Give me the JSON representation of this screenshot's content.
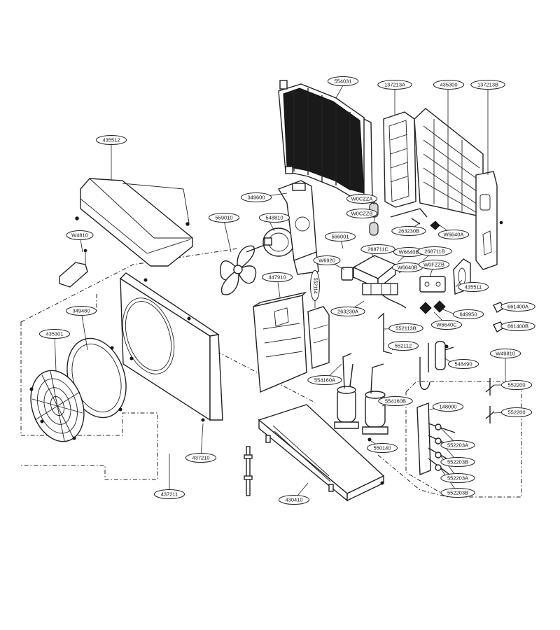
{
  "callouts": [
    {
      "id": "c-554031",
      "text": "554031"
    },
    {
      "id": "c-137213a",
      "text": "137213A"
    },
    {
      "id": "c-435300",
      "text": "435300"
    },
    {
      "id": "c-137213b",
      "text": "137213B"
    },
    {
      "id": "c-435512",
      "text": "435512"
    },
    {
      "id": "c-349600",
      "text": "349600"
    },
    {
      "id": "c-w0czza",
      "text": "W0CZZA"
    },
    {
      "id": "c-w0czzb",
      "text": "W0CZZB"
    },
    {
      "id": "c-548810",
      "text": "548810"
    },
    {
      "id": "c-559010",
      "text": "559010"
    },
    {
      "id": "c-263230b",
      "text": "263230B"
    },
    {
      "id": "c-w6640a",
      "text": "W6640A"
    },
    {
      "id": "c-w4810",
      "text": "W4810"
    },
    {
      "id": "c-566001",
      "text": "566001"
    },
    {
      "id": "c-268711c",
      "text": "268711C"
    },
    {
      "id": "c-w6640b",
      "text": "W6640B"
    },
    {
      "id": "c-268711b",
      "text": "268711B"
    },
    {
      "id": "c-w6920",
      "text": "W6920"
    },
    {
      "id": "c-w6640b-2",
      "text": "W6640B"
    },
    {
      "id": "c-w0fzzb",
      "text": "W0FZZB"
    },
    {
      "id": "c-447910",
      "text": "447910"
    },
    {
      "id": "c-552114",
      "text": "552114"
    },
    {
      "id": "c-435511",
      "text": "435511"
    },
    {
      "id": "c-349480",
      "text": "349480"
    },
    {
      "id": "c-263230a",
      "text": "263230A"
    },
    {
      "id": "c-649950",
      "text": "649950"
    },
    {
      "id": "c-661400a",
      "text": "661400A"
    },
    {
      "id": "c-435301",
      "text": "435301"
    },
    {
      "id": "c-w6640c",
      "text": "W6640C"
    },
    {
      "id": "c-661400b",
      "text": "661400B"
    },
    {
      "id": "c-552113b",
      "text": "552113B"
    },
    {
      "id": "c-552112",
      "text": "552112"
    },
    {
      "id": "c-w49810",
      "text": "W49810"
    },
    {
      "id": "c-548490",
      "text": "548490"
    },
    {
      "id": "c-554160a",
      "text": "554160A"
    },
    {
      "id": "c-552200a",
      "text": "552200"
    },
    {
      "id": "c-554160b",
      "text": "554160B"
    },
    {
      "id": "c-148000",
      "text": "148000"
    },
    {
      "id": "c-552200b",
      "text": "552200"
    },
    {
      "id": "c-550140",
      "text": "550140"
    },
    {
      "id": "c-552203a",
      "text": "552203A"
    },
    {
      "id": "c-437210",
      "text": "437210"
    },
    {
      "id": "c-552203b",
      "text": "552203B"
    },
    {
      "id": "c-552203a-2",
      "text": "552203A"
    },
    {
      "id": "c-552203b-2",
      "text": "552203B"
    },
    {
      "id": "c-437211",
      "text": "437211"
    },
    {
      "id": "c-430410",
      "text": "430410"
    }
  ]
}
